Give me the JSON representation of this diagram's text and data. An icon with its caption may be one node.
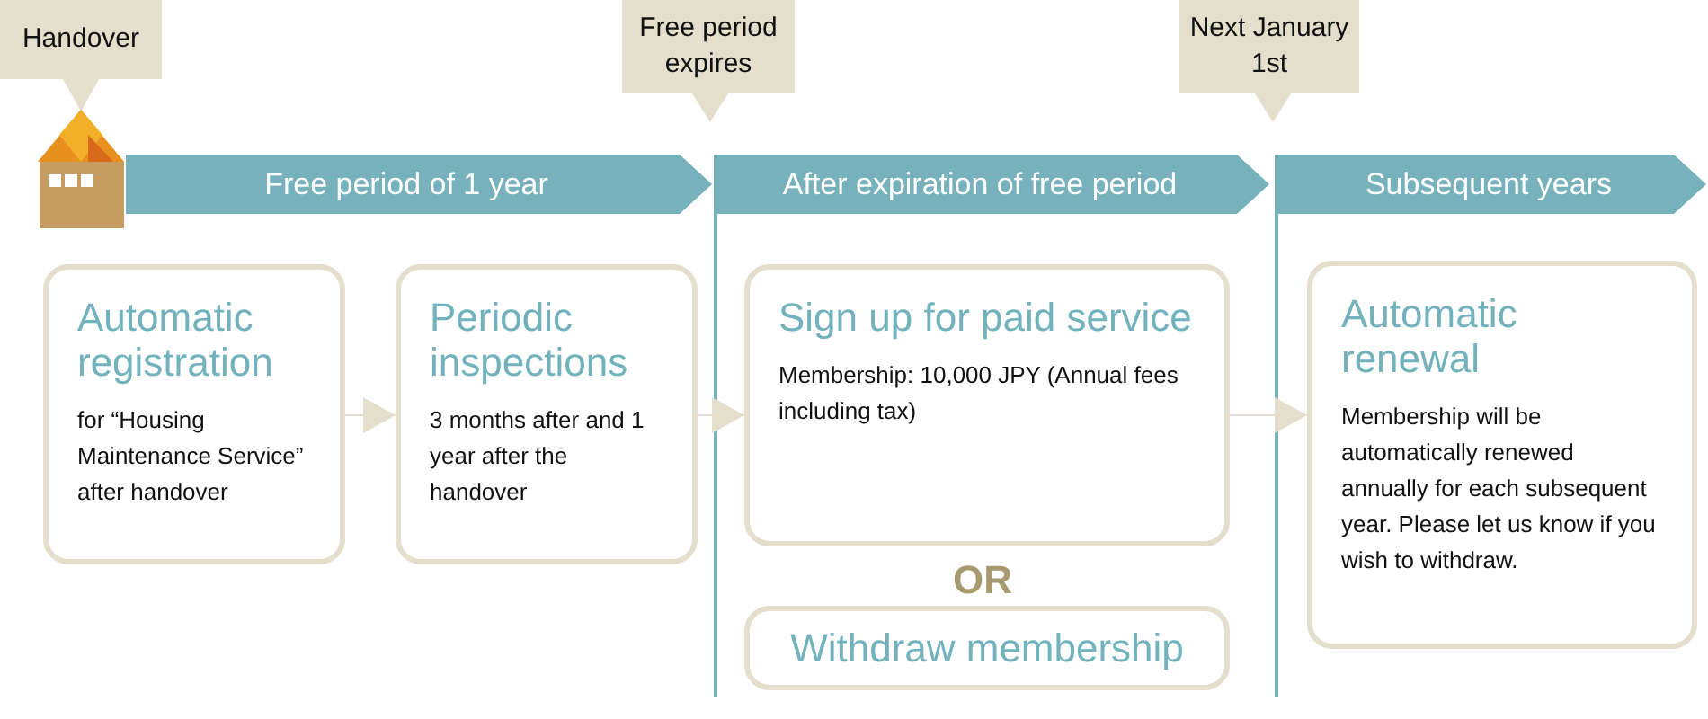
{
  "diagram": {
    "nodes": [
      {
        "text": [
          "Handover"
        ]
      },
      {
        "text": [
          "Free period expires"
        ]
      },
      {
        "text": [
          "Next January 1st"
        ]
      },
      {
        "text": [
          "Free period of 1 year"
        ]
      },
      {
        "text": [
          "After expiration of free period"
        ]
      },
      {
        "text": [
          "Subsequent years"
        ]
      },
      {
        "text": [
          "Automatic registration",
          "for “Housing Maintenance Service” after handover"
        ]
      },
      {
        "text": [
          "Periodic inspections",
          "3 months after and 1 year after the handover"
        ]
      },
      {
        "text": [
          "Sign up for paid service",
          "Membership: 10,000 JPY (Annual fees including tax)"
        ]
      },
      {
        "text": [
          "Withdraw membership"
        ]
      },
      {
        "text": [
          "Automatic renewal",
          "Membership will be automatically renewed annually for each subsequent year. Please let us know if you wish to withdraw."
        ]
      }
    ],
    "edges": [
      {
        "from": 6,
        "to": 7,
        "arrow": "to"
      },
      {
        "from": 7,
        "to": 8,
        "arrow": "to"
      },
      {
        "from": 8,
        "to": 10,
        "arrow": "to"
      }
    ],
    "labels": [
      "OR"
    ]
  }
}
